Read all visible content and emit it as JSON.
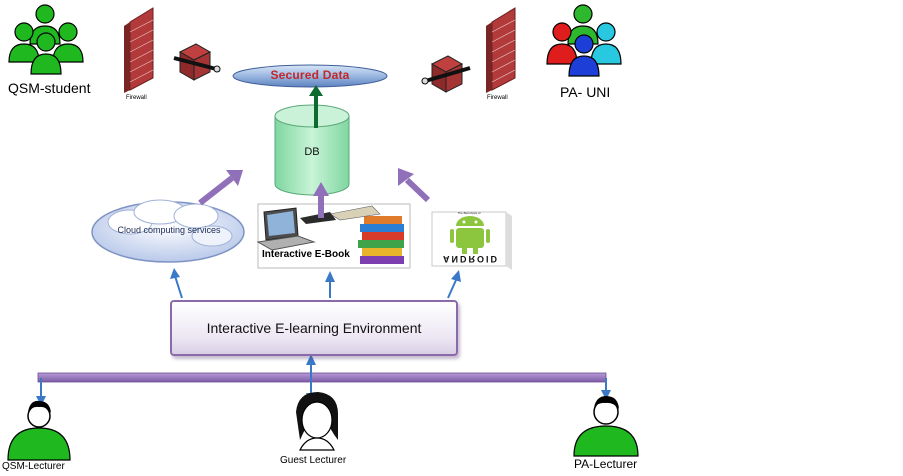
{
  "groups": {
    "left_group": "QSM-student",
    "right_group": "PA- UNI"
  },
  "firewalls": {
    "left_label": "Firewall",
    "right_label": "Firewall"
  },
  "storage": {
    "secured_data": "Secured Data",
    "db": "DB"
  },
  "services": {
    "cloud": "Cloud computing services",
    "ebook": "Interactive E-Book",
    "android_book_text": "The Best Apps of",
    "android_logo": "ANDROID"
  },
  "environment": {
    "label": "Interactive E-learning Environment"
  },
  "lecturers": {
    "left": "QSM-Lecturer",
    "middle": "Guest Lecturer",
    "right": "PA-Lecturer"
  },
  "colors": {
    "person_green": "#1fb81f",
    "person_red": "#e01d1d",
    "person_cyan": "#27c8e0",
    "person_blue": "#1d3fd8",
    "db_green": "#a7e9bf",
    "arrow_purple": "#9070b8",
    "arrow_blue": "#3a78c8",
    "secured_text": "#c0282a",
    "firewall_brick": "#b23a3a"
  }
}
